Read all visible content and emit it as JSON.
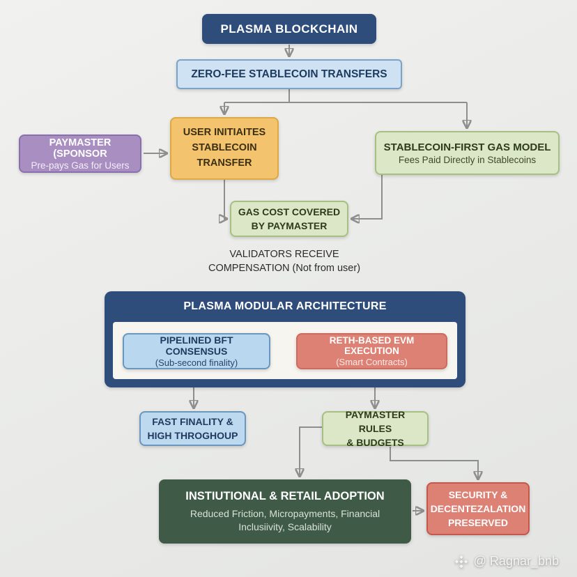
{
  "diagram": {
    "nodes": {
      "plasma_blockchain": {
        "title": "PLASMA BLOCKCHAIN"
      },
      "zero_fee": {
        "title": "ZERO-FEE STABLECOIN TRANSFERS"
      },
      "paymaster_sponsor": {
        "title": "PAYMASTER (SPONSOR",
        "subtitle": "Pre-pays Gas for Users"
      },
      "user_initiates": {
        "line1": "USER INITIAITES",
        "line2": "STABLECOIN",
        "line3": "TRANSFER"
      },
      "stablecoin_first": {
        "title": "STABLECOIN-FIRST GAS MODEL",
        "subtitle": "Fees Paid Directly in Stablecoins"
      },
      "gas_cost": {
        "line1": "GAS COST COVERED",
        "line2": "BY PAYMASTER"
      },
      "validators_note": {
        "line1": "VALIDATORS RECEIVE",
        "line2": "COMPENSATION (Not from user)"
      },
      "modular_architecture": {
        "title": "PLASMA MODULAR ARCHITECTURE"
      },
      "pipelined_bft": {
        "title": "PIPELINED BFT CONSENSUS",
        "subtitle": "(Sub-second finality)"
      },
      "reth_evm": {
        "title": "RETH-BASED EVM EXECUTION",
        "subtitle": "(Smart Contracts)"
      },
      "fast_finality": {
        "line1": "FAST FINALITY &",
        "line2": "HIGH THROGHOUP"
      },
      "paymaster_rules": {
        "line1": "PAYMASTER RULES",
        "line2": "& BUDGETS"
      },
      "adoption": {
        "title": "INSTIUTIONAL & RETAIL ADOPTION",
        "subtitle_line1": "Reduced Friction, Micropayments, Financial",
        "subtitle_line2": "Inclusiivity, Scalability"
      },
      "security": {
        "line1": "SECURITY &",
        "line2": "DECENTEZALATION",
        "line3": "PRESERVED"
      }
    },
    "watermark": {
      "icon": "binance-diamond-icon",
      "text": "@ Ragnar_bnb"
    },
    "colors": {
      "navy": "#2e4d7b",
      "light_blue_fill": "#cfe2f3",
      "blue_border": "#6b96bd",
      "orange_fill": "#f3c46d",
      "orange_border": "#dca946",
      "purple_fill": "#a98fc1",
      "purple_border": "#8a6fae",
      "green_fill": "#dbe7c6",
      "green_border": "#a6c083",
      "salmon_fill": "#dd8175",
      "salmon_border": "#c4584c",
      "dark_green_fill": "#3f5a46",
      "connector_gray": "#8e8e8e",
      "background": "#ebecea"
    }
  }
}
